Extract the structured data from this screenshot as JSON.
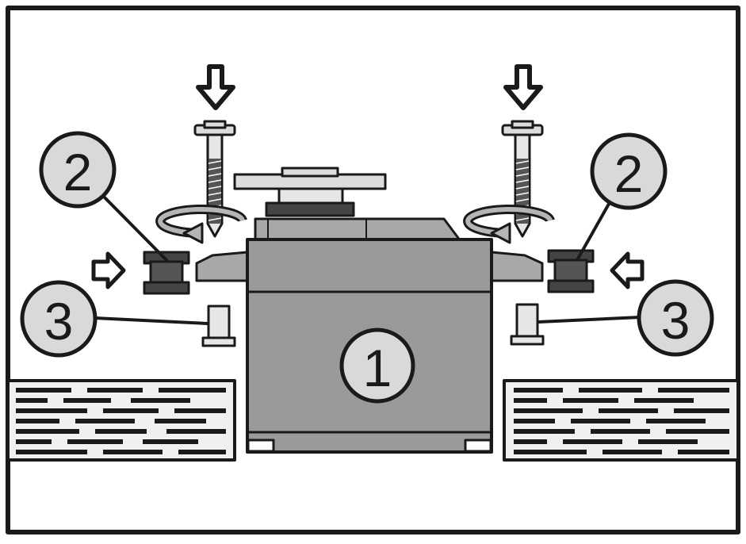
{
  "diagram": {
    "callouts": {
      "servo": "1",
      "grommet_left": "2",
      "grommet_right": "2",
      "eyelet_left": "3",
      "eyelet_right": "3"
    }
  },
  "colors": {
    "outline": "#1a1a1a",
    "servo_body": "#9a9a9a",
    "servo_light": "#b5b5b5",
    "servo_top": "#a8a8a8",
    "horn": "#dcdcdc",
    "grommet_dark": "#555555",
    "callout_fill": "#d9d9d9",
    "part_light": "#e6e6e6",
    "wood": "#f0f0f0"
  },
  "icons": {
    "push_arrow": "arrow-down-icon",
    "insert_arrow": "arrow-right-icon",
    "rotation": "rotate-clockwise-icon"
  }
}
